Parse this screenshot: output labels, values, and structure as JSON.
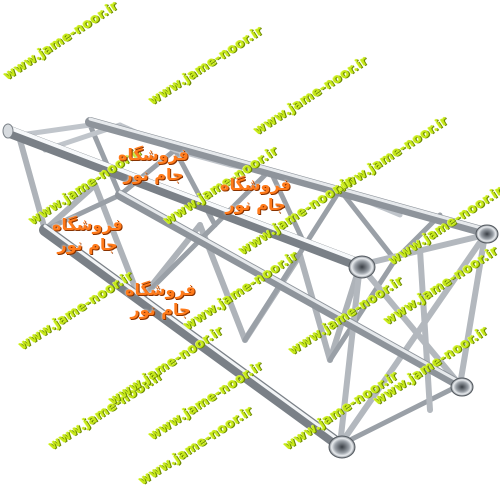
{
  "image": {
    "subject": "aluminium-box-truss",
    "colors": {
      "background": "#ffffff",
      "metal_light": "#f2f4f6",
      "metal_mid": "#b9bec4",
      "metal_dark": "#6e747b",
      "watermark_green": "#c6e81a",
      "watermark_orange": "#ff7a1a"
    }
  },
  "watermarks": {
    "url": [
      "www.jame-noor.ir",
      "www.jame-noor.ir",
      "www.jame-noor.ir",
      "www.jame-noor.ir",
      "www.jame-noor.ir",
      "www.jame-noor.ir",
      "www.jame-noor.ir",
      "www.jame-noor.ir",
      "www.jame-noor.ir",
      "www.jame-noor.ir",
      "www.jame-noor.ir",
      "www.jame-noor.ir",
      "www.jame-noor.ir",
      "www.jame-noor.ir",
      "www.jame-noor.ir",
      "www.jame-noor.ir",
      "www.jame-noor.ir",
      "www.jame-noor.ir"
    ],
    "store": [
      {
        "line1": "فروشگاه",
        "line2": "جام نور"
      },
      {
        "line1": "فروشگاه",
        "line2": "جام نور"
      },
      {
        "line1": "فروشگاه",
        "line2": "جام نور"
      },
      {
        "line1": "فروشگاه",
        "line2": "جام نور"
      }
    ]
  }
}
